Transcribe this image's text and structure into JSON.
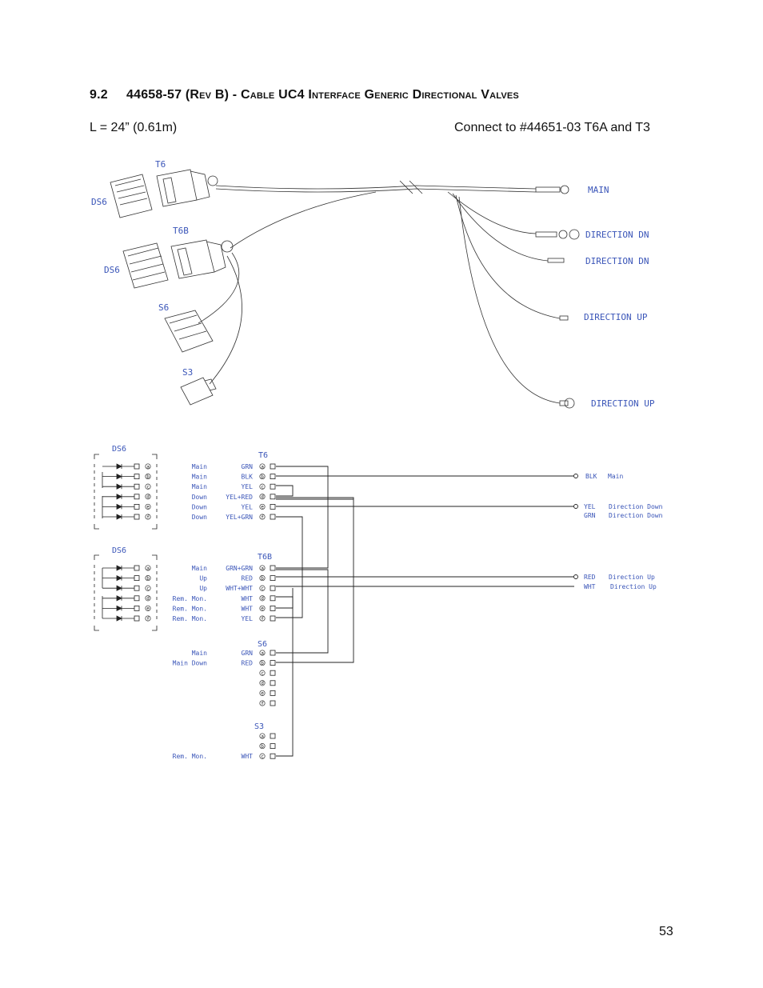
{
  "heading": {
    "number": "9.2",
    "title": "44658-57 (Rev B) - Cable UC4 Interface Generic Directional Valves"
  },
  "spec": {
    "length": "L = 24” (0.61m)",
    "connect": "Connect to #44651-03 T6A and T3"
  },
  "harness_drawing": {
    "labels": {
      "t6": "T6",
      "ds6_a": "DS6",
      "t6b": "T6B",
      "ds6_b": "DS6",
      "s6": "S6",
      "s3": "S3",
      "main": "MAIN",
      "dir_dn_1": "DIRECTION DN",
      "dir_dn_2": "DIRECTION DN",
      "dir_up_1": "DIRECTION UP",
      "dir_up_2": "DIRECTION UP"
    }
  },
  "schematic": {
    "ds6_top": "DS6",
    "ds6_bottom": "DS6",
    "t6": {
      "title": "T6",
      "rows": [
        {
          "func": "Main",
          "wire": "GRN",
          "pin": "a"
        },
        {
          "func": "Main",
          "wire": "BLK",
          "pin": "b"
        },
        {
          "func": "Main",
          "wire": "YEL",
          "pin": "c"
        },
        {
          "func": "Down",
          "wire": "YEL+RED",
          "pin": "d"
        },
        {
          "func": "Down",
          "wire": "YEL",
          "pin": "e"
        },
        {
          "func": "Down",
          "wire": "YEL+GRN",
          "pin": "f"
        }
      ]
    },
    "t6b": {
      "title": "T6B",
      "rows": [
        {
          "func": "Main",
          "wire": "GRN+GRN",
          "pin": "a"
        },
        {
          "func": "Up",
          "wire": "RED",
          "pin": "b"
        },
        {
          "func": "Up",
          "wire": "WHT+WHT",
          "pin": "c"
        },
        {
          "func": "Rem. Mon.",
          "wire": "WHT",
          "pin": "d"
        },
        {
          "func": "Rem. Mon.",
          "wire": "WHT",
          "pin": "e"
        },
        {
          "func": "Rem. Mon.",
          "wire": "YEL",
          "pin": "f"
        }
      ]
    },
    "s6": {
      "title": "S6",
      "rows": [
        {
          "func": "Main",
          "wire": "GRN",
          "pin": "a"
        },
        {
          "func": "Main Down",
          "wire": "RED",
          "pin": "b"
        },
        {
          "func": "",
          "wire": "",
          "pin": "c"
        },
        {
          "func": "",
          "wire": "",
          "pin": "d"
        },
        {
          "func": "",
          "wire": "",
          "pin": "e"
        },
        {
          "func": "",
          "wire": "",
          "pin": "f"
        }
      ]
    },
    "s3": {
      "title": "S3",
      "rows": [
        {
          "func": "",
          "wire": "",
          "pin": "a"
        },
        {
          "func": "",
          "wire": "",
          "pin": "b"
        },
        {
          "func": "Rem. Mon.",
          "wire": "WHT",
          "pin": "c"
        }
      ]
    },
    "outputs": [
      {
        "wire": "BLK",
        "desc": "Main"
      },
      {
        "wire": "YEL",
        "desc": "Direction Down"
      },
      {
        "wire": "GRN",
        "desc": "Direction Down"
      },
      {
        "wire": "RED",
        "desc": "Direction Up"
      },
      {
        "wire": "WHT",
        "desc": "Direction Up"
      }
    ]
  },
  "page_number": "53"
}
